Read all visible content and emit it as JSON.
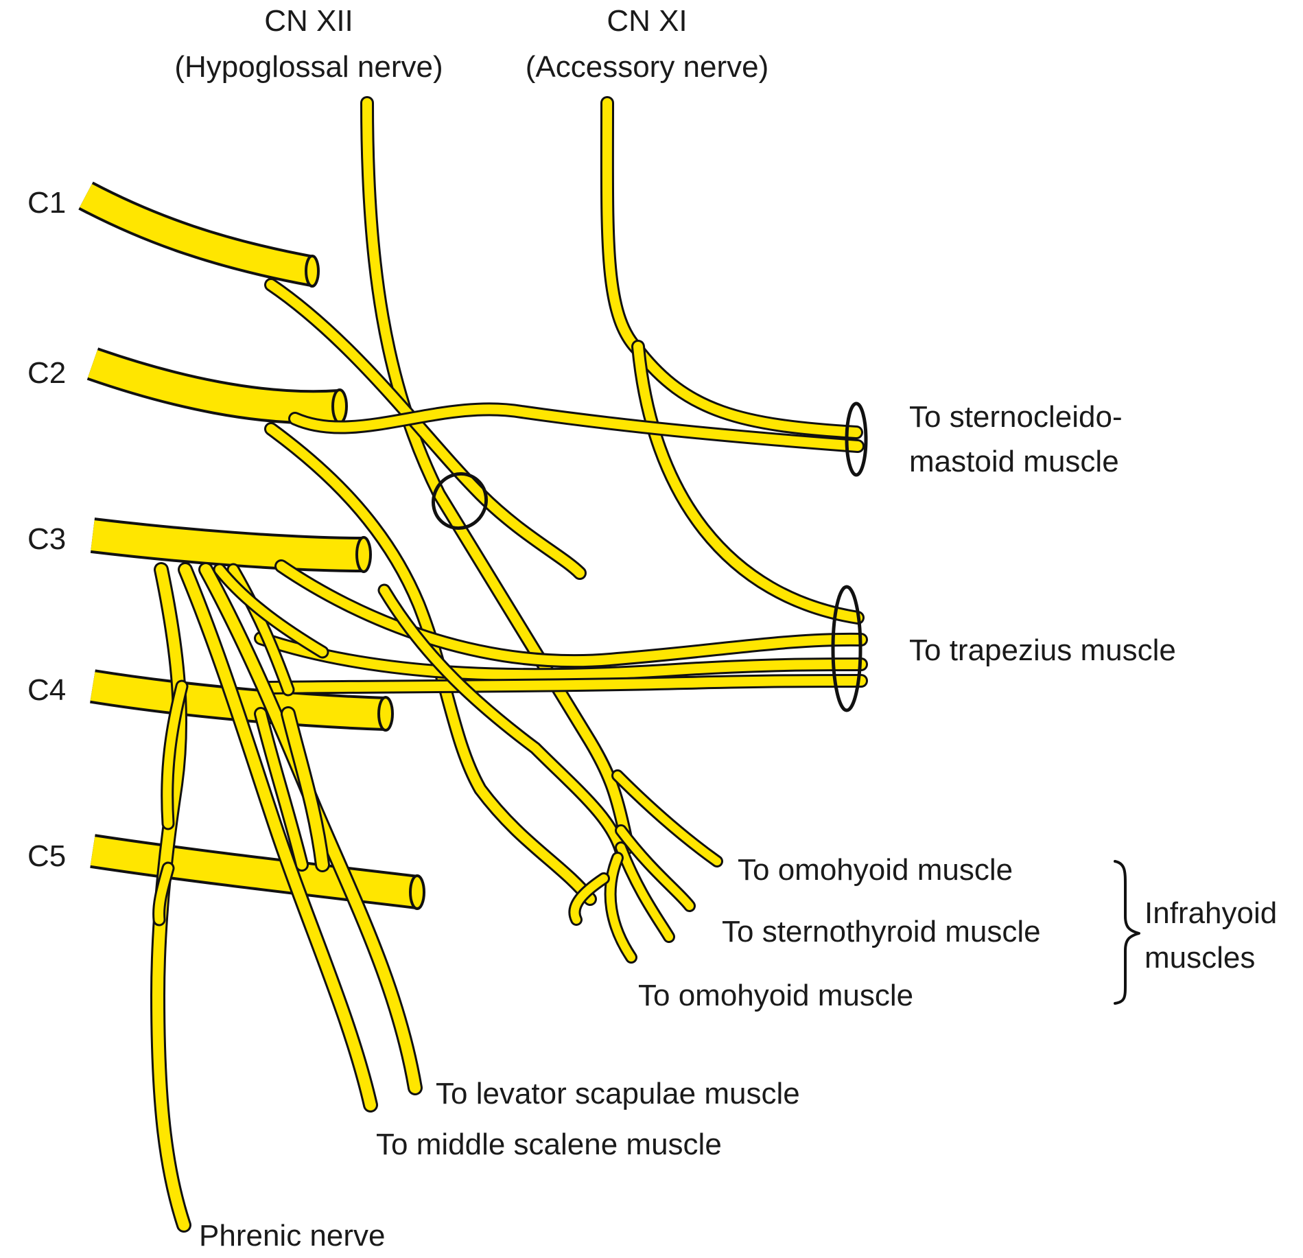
{
  "labels": {
    "cn12": "CN XII",
    "cn12_name": "(Hypoglossal nerve)",
    "cn11": "CN XI",
    "cn11_name": "(Accessory nerve)",
    "c1": "C1",
    "c2": "C2",
    "c3": "C3",
    "c4": "C4",
    "c5": "C5",
    "scm_line1": "To sternocleido-",
    "scm_line2": "mastoid muscle",
    "trapezius": "To trapezius muscle",
    "omohyoid_upper": "To omohyoid muscle",
    "sternothyroid": "To sternothyroid muscle",
    "omohyoid_lower": "To omohyoid muscle",
    "infrahyoid_line1": "Infrahyoid",
    "infrahyoid_line2": "muscles",
    "levator": "To levator scapulae muscle",
    "middle_scalene": "To middle scalene muscle",
    "phrenic": "Phrenic nerve"
  },
  "colors": {
    "nerve_fill": "#FFE600",
    "outline": "#111111",
    "text": "#1a1a1a",
    "background": "#ffffff"
  }
}
